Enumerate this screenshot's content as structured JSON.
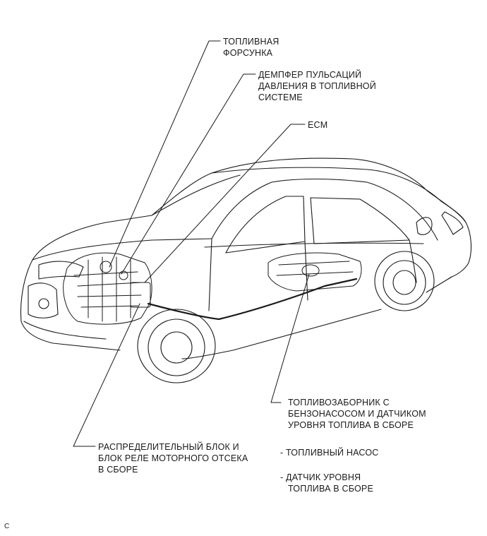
{
  "labels": {
    "fuel_injector": [
      "ТОПЛИВНАЯ",
      "ФОРСУНКА"
    ],
    "pulsation_damper": [
      "ДЕМПФЕР ПУЛЬСАЦИЙ",
      "ДАВЛЕНИЯ В ТОПЛИВНОЙ",
      "СИСТЕМЕ"
    ],
    "ecm": "ECM",
    "fuel_suction": [
      "ТОПЛИВОЗАБОРНИК С",
      "БЕНЗОНАСОСОМ И ДАТЧИКОМ",
      "УРОВНЯ ТОПЛИВА В СБОРЕ"
    ],
    "fuel_pump_item": "- ТОПЛИВНЫЙ НАСОС",
    "fuel_gauge_item": [
      "- ДАТЧИК УРОВНЯ",
      "ТОПЛИВА В СБОРЕ"
    ],
    "relay_block": [
      "РАСПРЕДЕЛИТЕЛЬНЫЙ БЛОК И",
      "БЛОК РЕЛЕ МОТОРНОГО ОТСЕКА",
      "В СБОРЕ"
    ],
    "corner_mark": "C"
  },
  "colors": {
    "line": "#1a1a1a",
    "background": "#ffffff"
  }
}
